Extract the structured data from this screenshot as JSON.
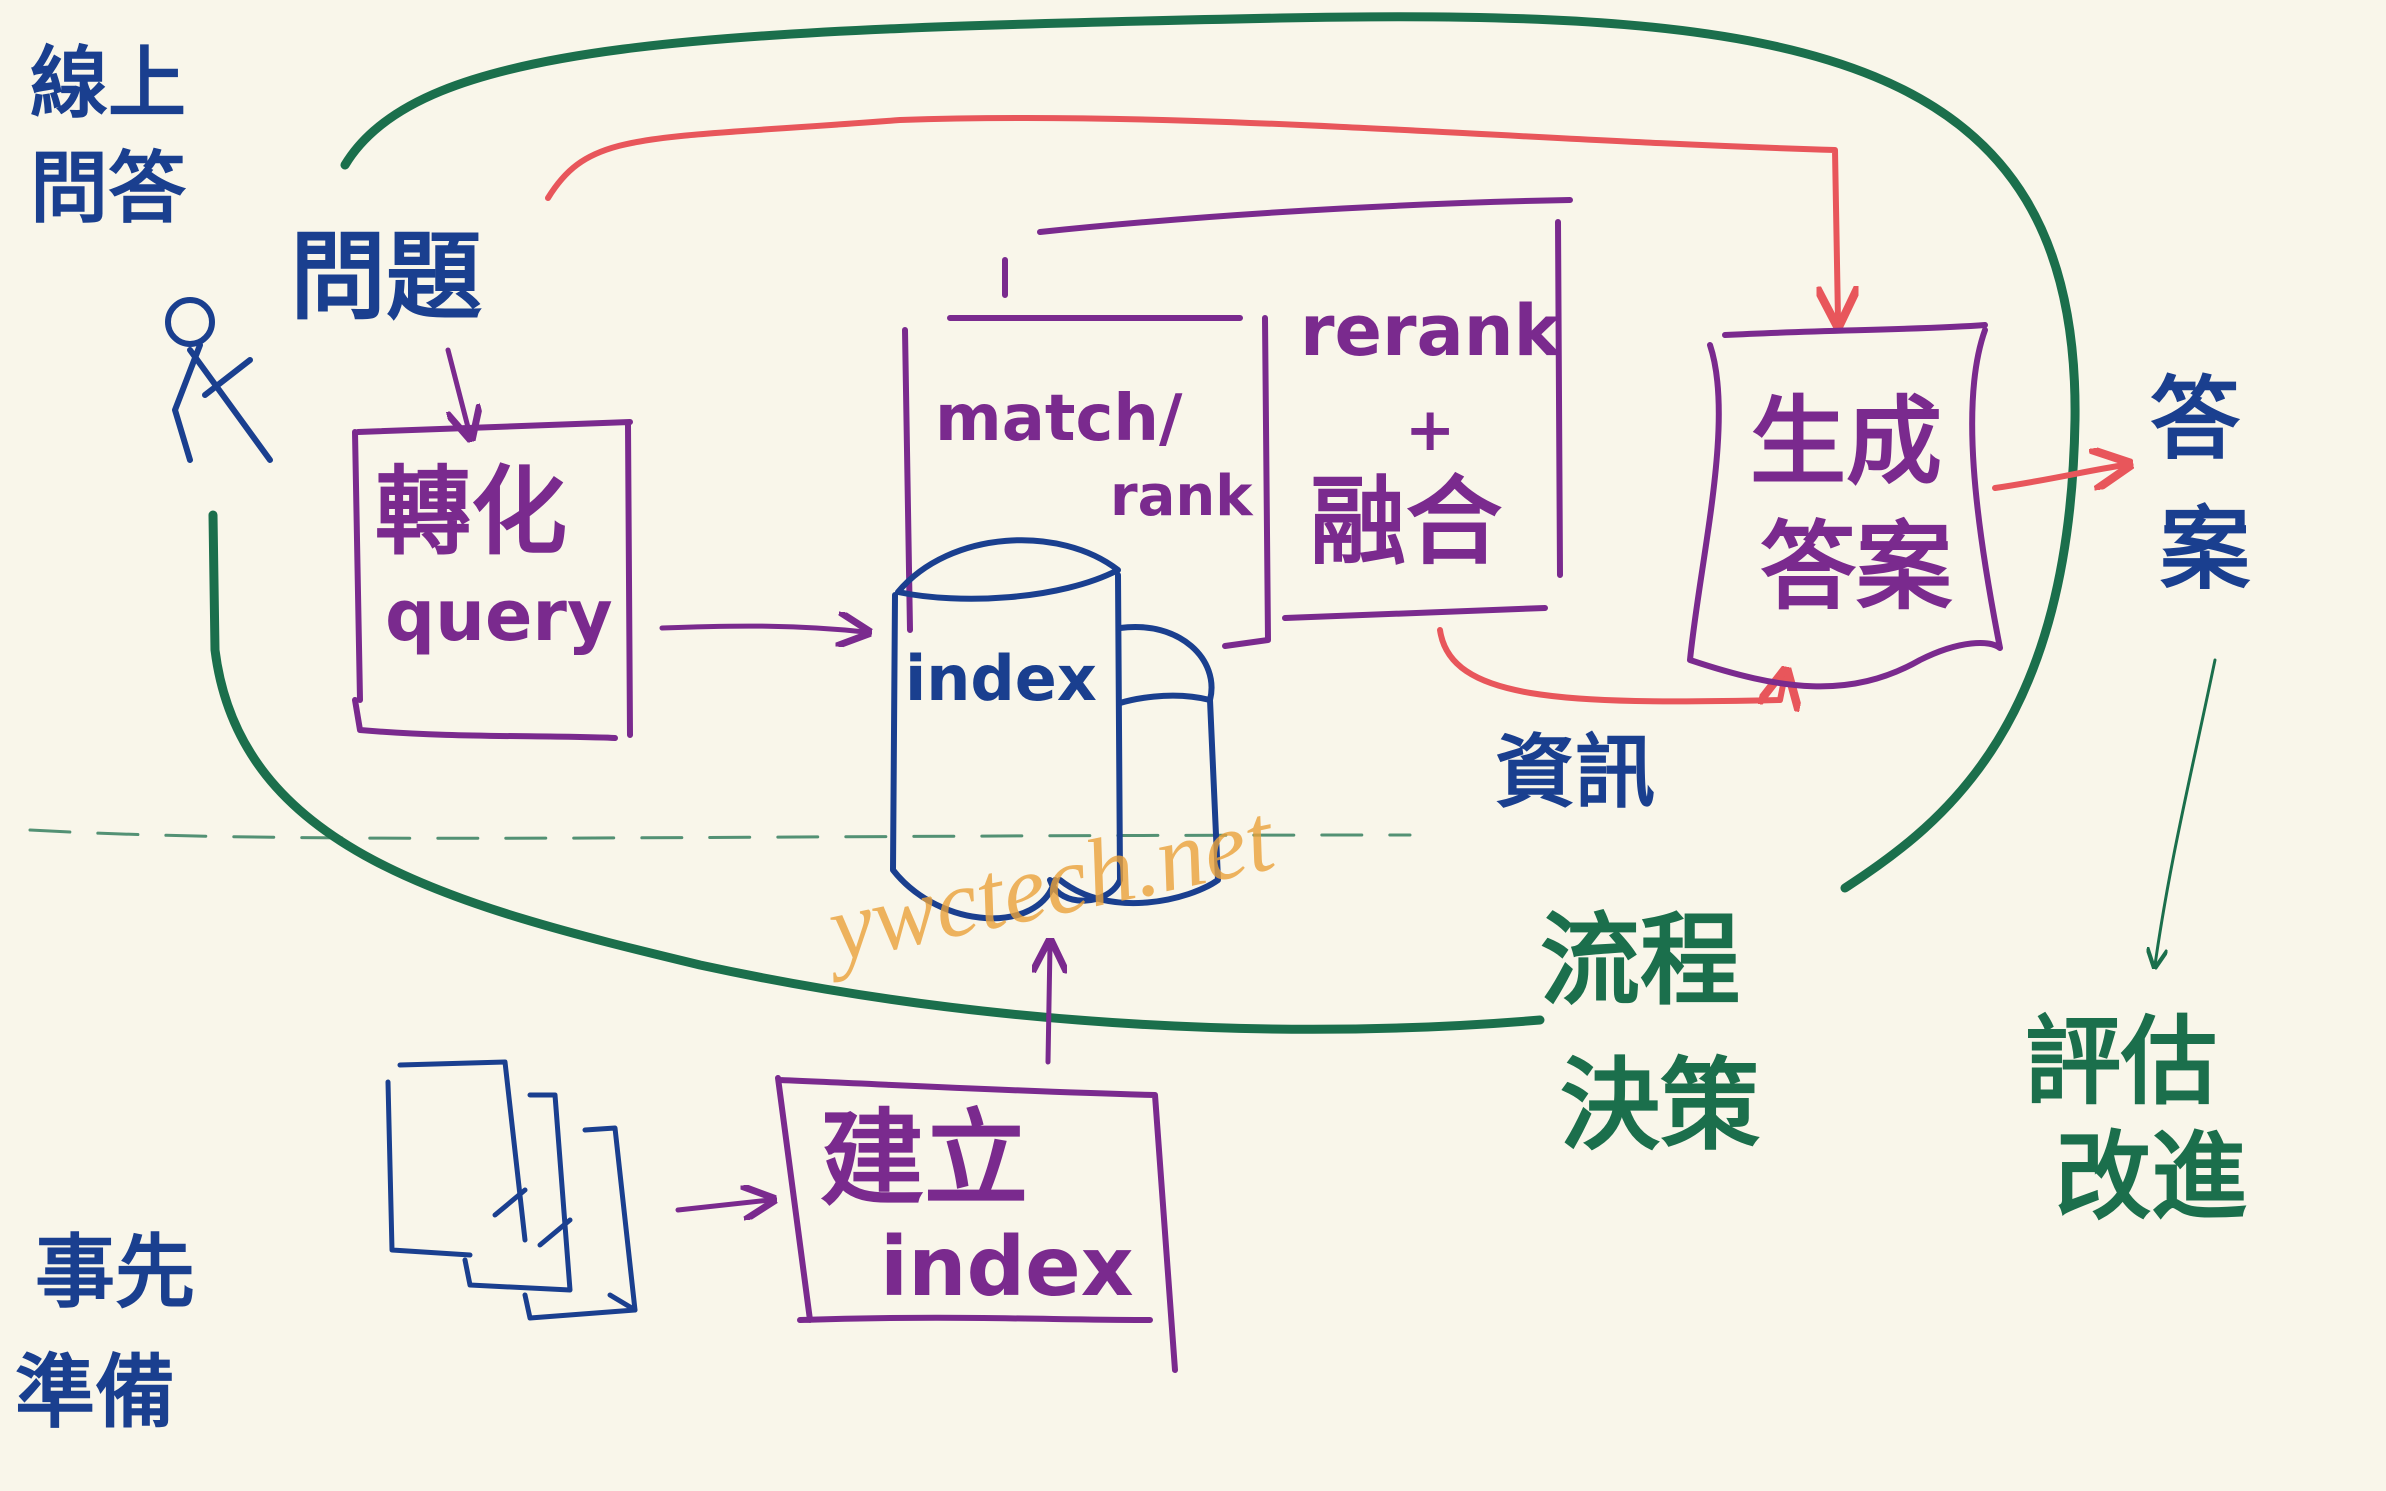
{
  "colors": {
    "background": "#f9f6ea",
    "blue": "#1a3f8f",
    "purple": "#7a2a8e",
    "red": "#e8565b",
    "green": "#1b6f4c",
    "orange": "#eba23a"
  },
  "labels": {
    "online_qa": [
      "線上",
      "問答"
    ],
    "question": "問題",
    "transform": "轉化",
    "query": "query",
    "match_rank_1": "match/",
    "match_rank_2": "rank",
    "rerank": "rerank",
    "plus": "+",
    "fusion": "融合",
    "index": "index",
    "generate": [
      "生成",
      "答案"
    ],
    "answer": [
      "答",
      "案"
    ],
    "info": "資訊",
    "watermark": "ywctech.net",
    "flow_decision": [
      "流程",
      "決策"
    ],
    "evaluate": [
      "評估",
      "改進"
    ],
    "build": "建立",
    "build_index": "index",
    "prep": [
      "事先",
      "準備"
    ]
  },
  "icons": {
    "user": "stick-figure-icon",
    "docs": "document-stack-icon",
    "db": "database-cylinder-icon"
  }
}
